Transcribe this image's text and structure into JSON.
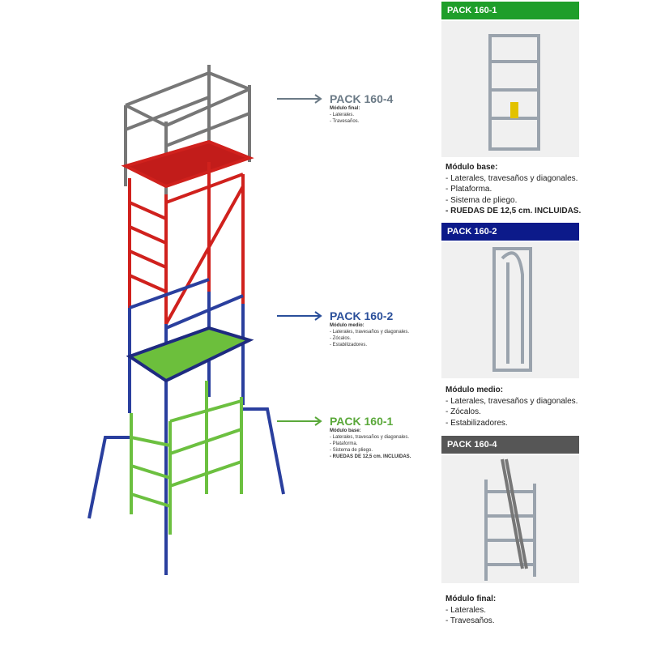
{
  "callouts": [
    {
      "title": "PACK 160-4",
      "heading": "Módulo final:",
      "items": [
        "- Laterales.",
        "- Travesaños."
      ],
      "color": "#6b7a86"
    },
    {
      "title": "PACK 160-2",
      "heading": "Módulo medio:",
      "items": [
        "- Laterales, travesaños y diagonales.",
        "- Zócalos.",
        "- Estabilizadores."
      ],
      "color": "#2a4f9a"
    },
    {
      "title": "PACK 160-1",
      "heading": "Módulo base:",
      "items": [
        "- Laterales, travesaños y diagonales.",
        "- Plataforma.",
        "- Sistema de pliego.",
        "- RUEDAS DE 12,5 cm. INCLUIDAS."
      ],
      "color": "#5aa83a"
    }
  ],
  "packs": [
    {
      "title": "PACK 160-1",
      "color": "#1e9e2a",
      "heading": "Módulo base:",
      "items": [
        "- Laterales, travesaños y diagonales.",
        "- Plataforma.",
        "- Sistema de pliego."
      ],
      "bold_item": "- RUEDAS DE 12,5 cm. INCLUIDAS."
    },
    {
      "title": "PACK 160-2",
      "color": "#0c1a8a",
      "heading": "Módulo medio:",
      "items": [
        "- Laterales, travesaños y diagonales.",
        "- Zócalos.",
        "- Estabilizadores."
      ]
    },
    {
      "title": "PACK 160-4",
      "color": "#565656",
      "heading": "Módulo final:",
      "items": [
        "- Laterales.",
        "- Travesaños."
      ]
    }
  ]
}
